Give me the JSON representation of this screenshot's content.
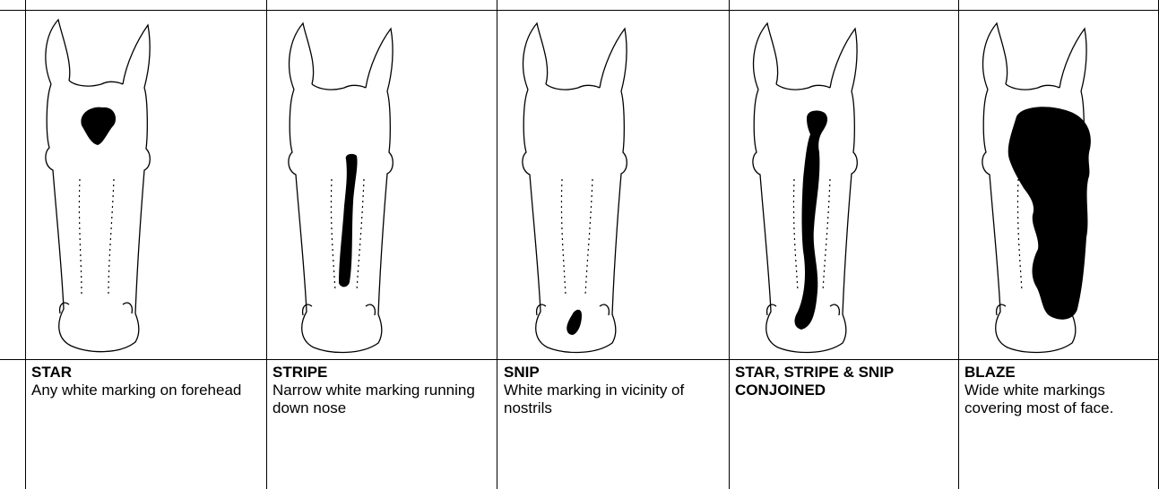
{
  "markings": [
    {
      "id": "star",
      "title": "STAR",
      "description": "Any white marking on forehead"
    },
    {
      "id": "stripe",
      "title": "STRIPE",
      "description": "Narrow white marking running down nose"
    },
    {
      "id": "snip",
      "title": "SNIP",
      "description": "White marking in vicinity of nostrils"
    },
    {
      "id": "star-stripe-snip",
      "title": "STAR, STRIPE & SNIP CONJOINED",
      "description": ""
    },
    {
      "id": "blaze",
      "title": "BLAZE",
      "description": "Wide white markings covering most of face."
    }
  ],
  "colors": {
    "line": "#000000",
    "marking": "#000000",
    "background": "#ffffff"
  }
}
